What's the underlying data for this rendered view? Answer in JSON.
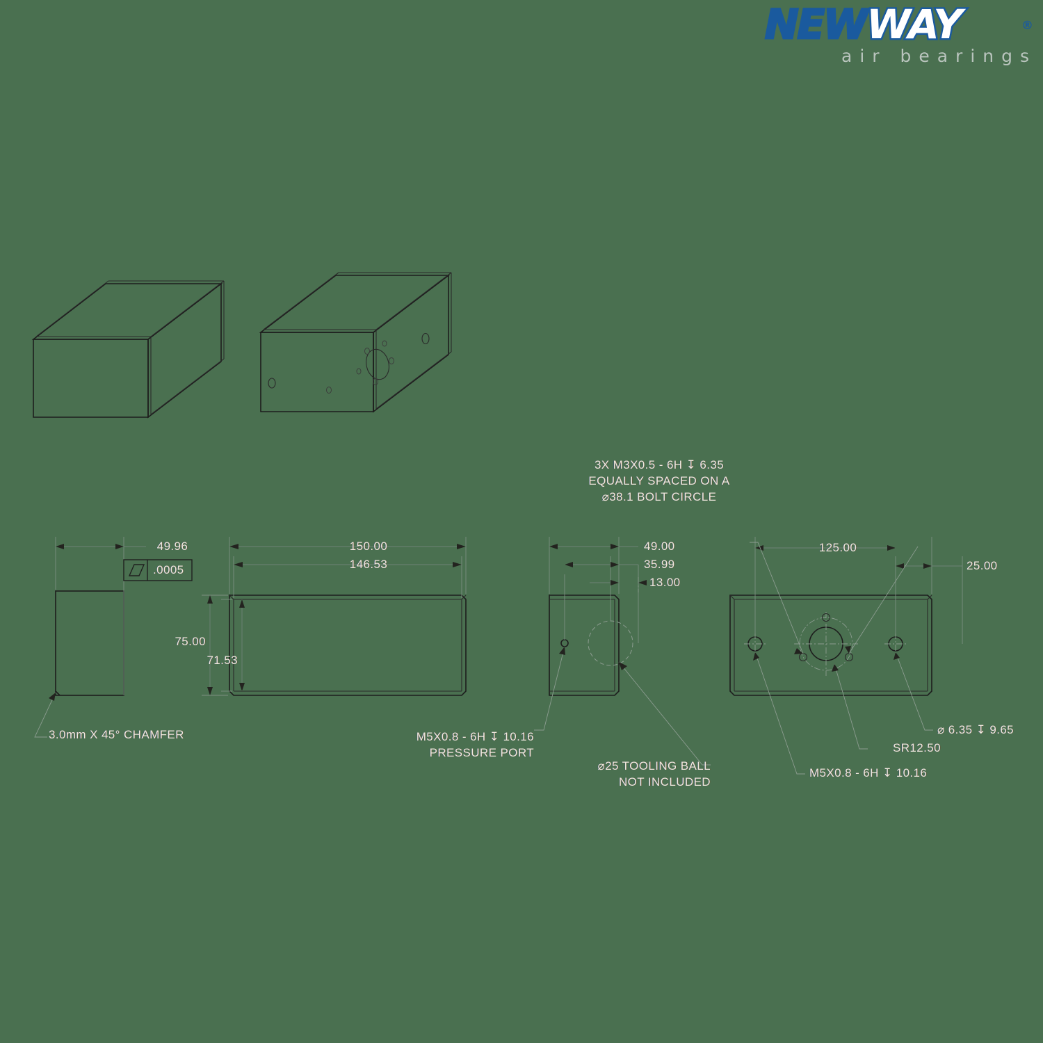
{
  "page": {
    "background_color": "#4a7050",
    "line_color": "#1d1d1d",
    "text_color": "#efe9de"
  },
  "logo": {
    "part_one": "NEW",
    "part_two": "WAY",
    "registered_mark": "®",
    "tagline": "air bearings",
    "brand_color": "#1a5a9e"
  },
  "views": {
    "iso_plain": {
      "name": "isometric-plain-view"
    },
    "iso_detailed": {
      "name": "isometric-detailed-view"
    },
    "end_view": {
      "name": "end-view"
    },
    "front_view": {
      "name": "front-view"
    },
    "side_view": {
      "name": "side-view"
    },
    "top_view": {
      "name": "top-view"
    }
  },
  "dimensions": {
    "end_width": "49.96",
    "flatness_tol": ".0005",
    "front_length_outer": "150.00",
    "front_length_inner": "146.53",
    "front_height_outer": "75.00",
    "front_height_inner": "71.53",
    "side_a": "49.00",
    "side_b": "35.99",
    "side_c": "13.00",
    "top_length": "125.00",
    "top_edge": "25.00"
  },
  "notes": {
    "chamfer": "3.0mm X 45° CHAMFER",
    "bolt_circle_l1": "3X M3X0.5 - 6H ↧ 6.35",
    "bolt_circle_l2": "EQUALLY SPACED ON A",
    "bolt_circle_l3": "⌀38.1 BOLT CIRCLE",
    "pressure_port_l1": "M5X0.8 - 6H ↧ 10.16",
    "pressure_port_l2": "PRESSURE PORT",
    "tooling_ball_l1": "⌀25 TOOLING BALL",
    "tooling_ball_l2": "NOT INCLUDED",
    "counterbore": "⌀ 6.35 ↧ 9.65",
    "spherical_radius": "SR12.50",
    "mount_thread": "M5X0.8 - 6H ↧ 10.16"
  }
}
